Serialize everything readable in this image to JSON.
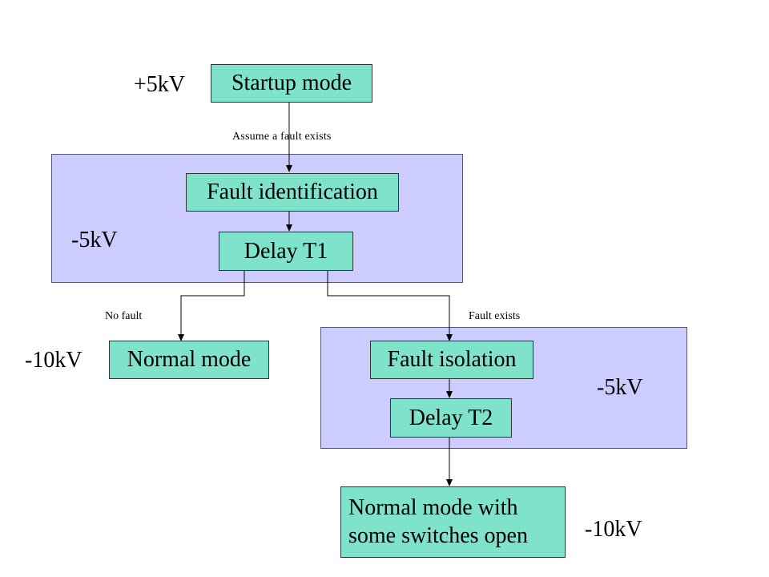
{
  "colors": {
    "node_fill": "#7fe3cc",
    "region_fill": "#ccccff",
    "line": "#000000"
  },
  "nodes": {
    "startup": "Startup mode",
    "fault_identification": "Fault identification",
    "delay_t1": "Delay T1",
    "normal_mode": "Normal mode",
    "fault_isolation": "Fault isolation",
    "delay_t2": "Delay T2",
    "normal_mode_switches_line1": "Normal mode with",
    "normal_mode_switches_line2": "some switches open"
  },
  "voltages": {
    "startup": "+5kV",
    "fault_identification_region": "-5kV",
    "normal_mode": "-10kV",
    "fault_isolation_region": "-5kV",
    "normal_mode_switches": "-10kV"
  },
  "edge_labels": {
    "assume_fault": "Assume a fault exists",
    "no_fault": "No fault",
    "fault_exists": "Fault exists"
  }
}
